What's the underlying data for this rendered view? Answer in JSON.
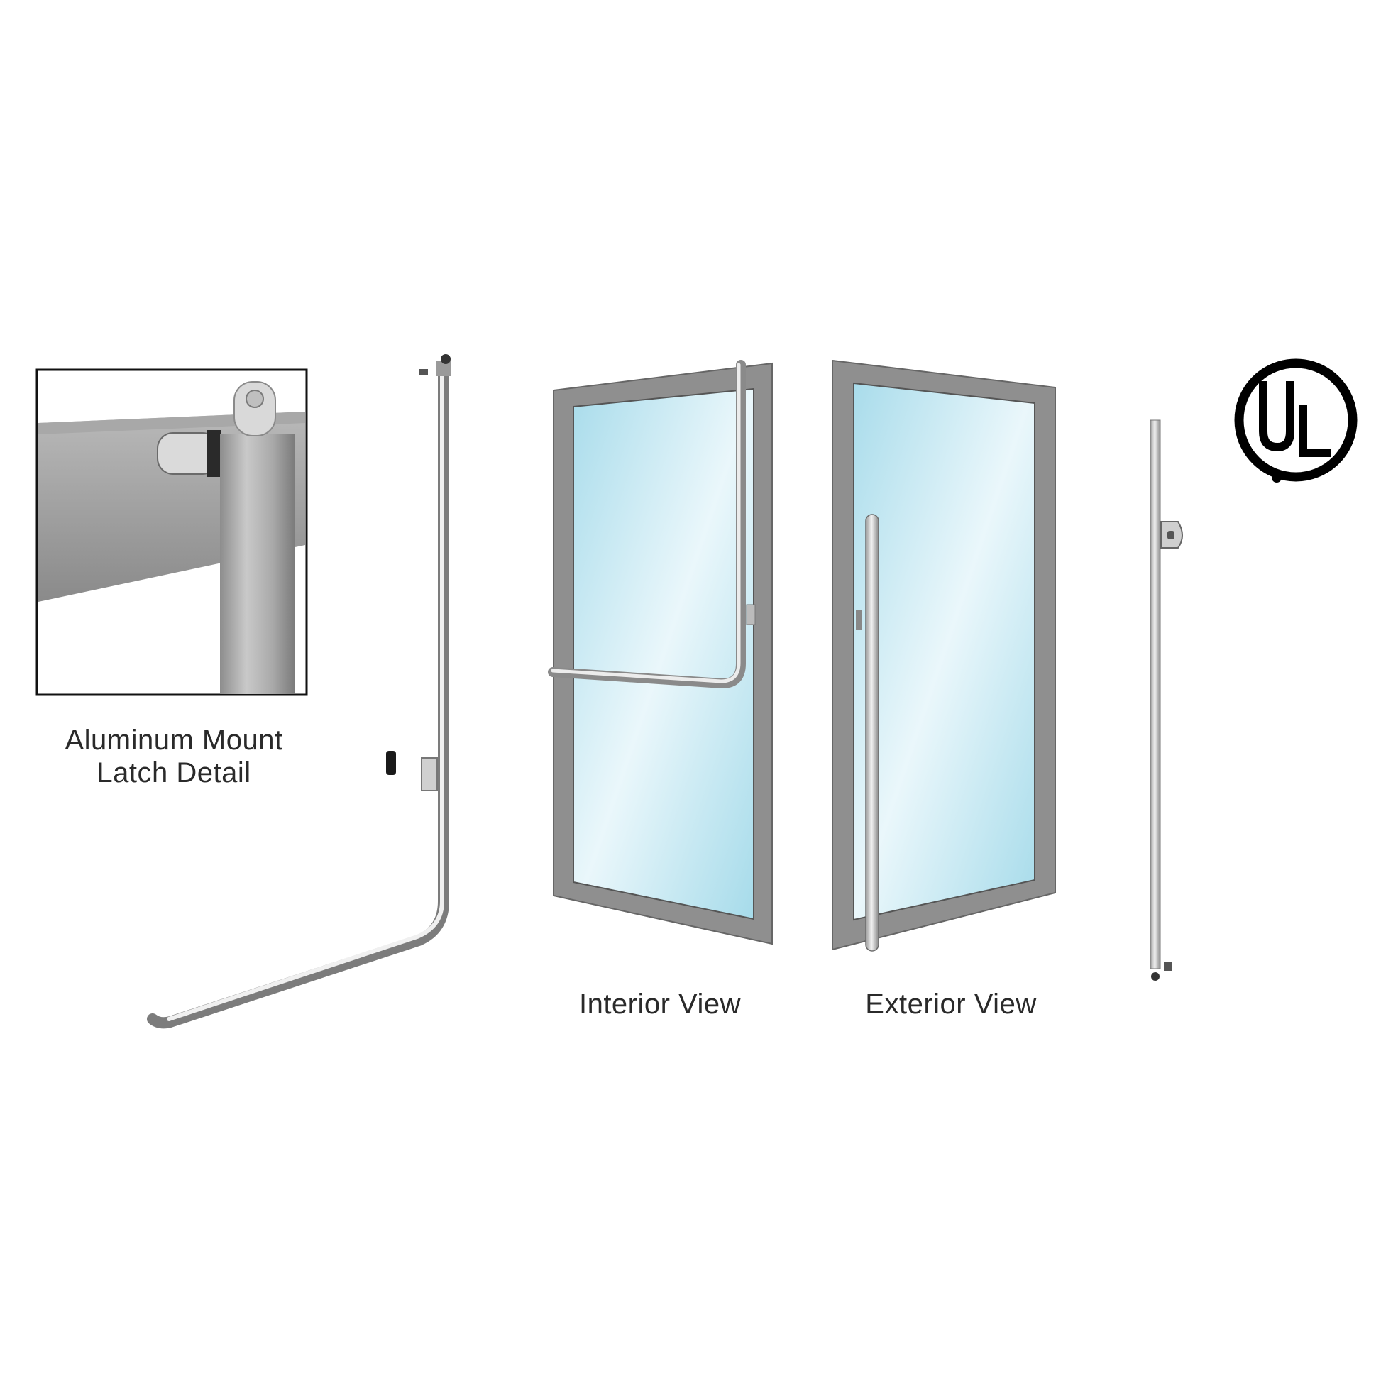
{
  "captions": {
    "detail_line1": "Aluminum Mount",
    "detail_line2": "Latch Detail",
    "interior": "Interior View",
    "exterior": "Exterior View"
  },
  "logo": {
    "name": "ul-certification-logo",
    "text": "UL"
  },
  "colors": {
    "frame": "#8e8e8e",
    "glass": "#bfe6f0",
    "metal": "#c8c8c8",
    "logo": "#000000"
  }
}
